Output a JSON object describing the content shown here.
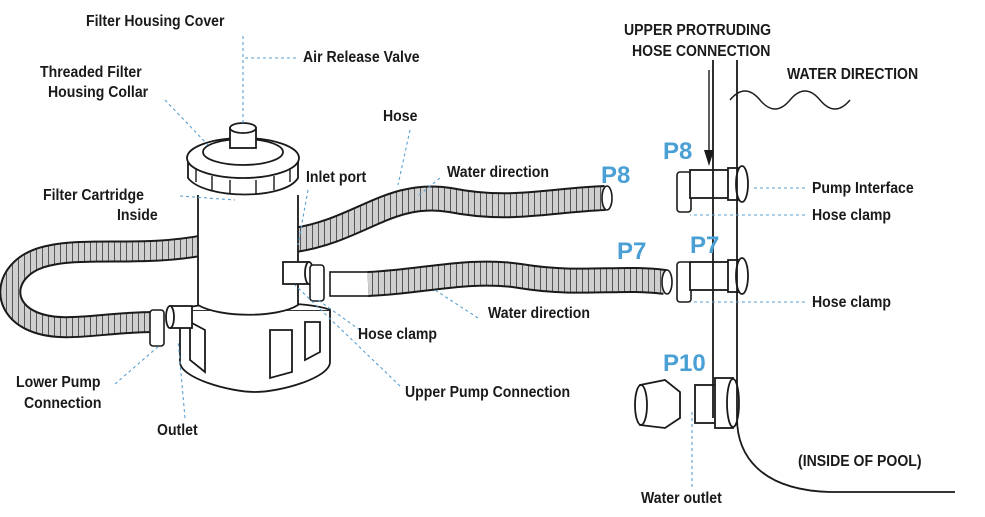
{
  "labels": {
    "filter_housing_cover": "Filter Housing Cover",
    "air_release_valve": "Air Release Valve",
    "threaded_collar_line1": "Threaded Filter",
    "threaded_collar_line2": "Housing Collar",
    "hose": "Hose",
    "inlet_port": "Inlet port",
    "water_direction_upper": "Water direction",
    "filter_cartridge_line1": "Filter Cartridge",
    "filter_cartridge_line2": "Inside",
    "water_direction_lower": "Water direction",
    "hose_clamp_left": "Hose clamp",
    "upper_pump_connection": "Upper Pump Connection",
    "lower_pump_line1": "Lower Pump",
    "lower_pump_line2": "Connection",
    "outlet": "Outlet",
    "upper_protruding_line1": "UPPER PROTRUDING",
    "upper_protruding_line2": "HOSE CONNECTION",
    "water_direction_caps": "WATER DIRECTION",
    "pump_interface": "Pump Interface",
    "hose_clamp_p8": "Hose clamp",
    "hose_clamp_p7": "Hose clamp",
    "inside_of_pool": "(INSIDE OF POOL)",
    "water_outlet": "Water outlet"
  },
  "part_labels": {
    "p8_hose": "P8",
    "p8_wall": "P8",
    "p7_hose": "P7",
    "p7_wall": "P7",
    "p10": "P10"
  },
  "colors": {
    "part_label": "#4a9fd5",
    "line": "#1a1a1a",
    "leader": "#5a9fd0",
    "hose_fill": "#d6d6d6"
  }
}
